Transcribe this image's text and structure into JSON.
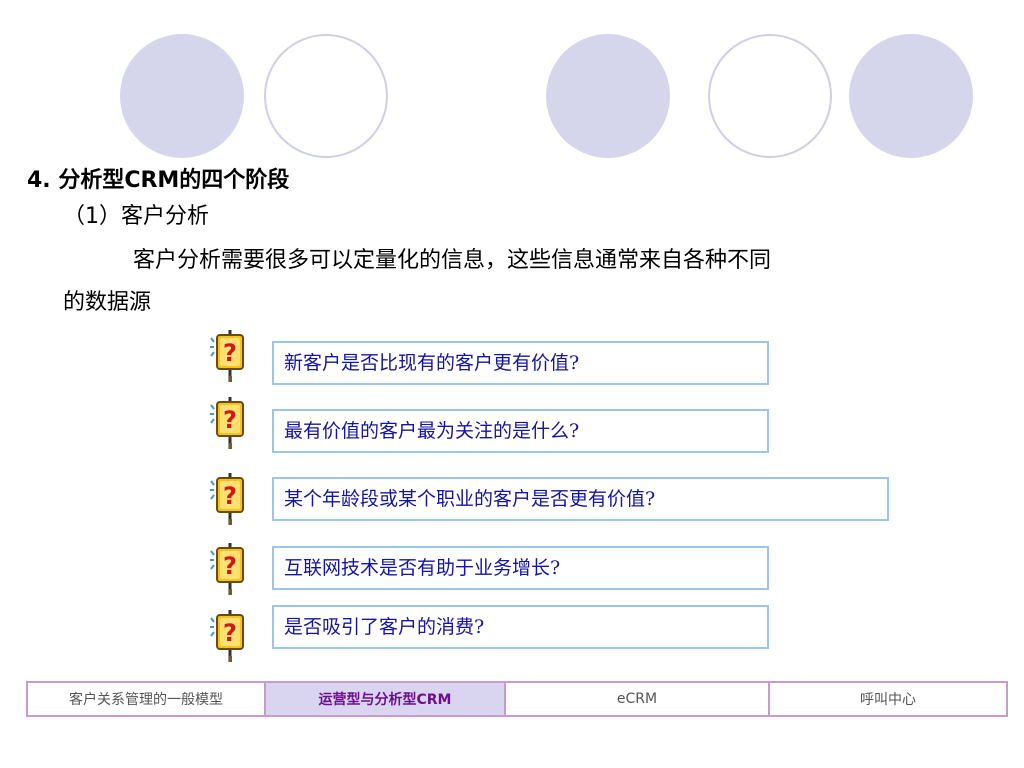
{
  "heading": "4. 分析型CRM的四个阶段",
  "subheading": "（1）客户分析",
  "body": {
    "line1": "客户分析需要很多可以定量化的信息，这些信息通常来自各种不同",
    "line2": "的数据源"
  },
  "questions": [
    "新客户是否比现有的客户更有价值?",
    "最有价值的客户最为关注的是什么?",
    "某个年龄段或某个职业的客户是否更有价值?",
    "互联网技术是否有助于业务增长?",
    "是否吸引了客户的消费?"
  ],
  "footer": {
    "tabs": [
      "客户关系管理的一般模型",
      "运营型与分析型CRM",
      "eCRM",
      "呼叫中心"
    ],
    "active_tab": "运营型与分析型CRM"
  },
  "colors": {
    "circle_fill": "#d5d5ec",
    "circle_ring": "#cfcfe6",
    "question_text": "#1414a6",
    "question_border": "#9fc4ea",
    "footer_border": "#c79bd1",
    "active_tab_bg": "#d9d4f0",
    "active_tab_text": "#6d0f8f"
  },
  "icons": {
    "question_sign": "question-sign-icon"
  }
}
